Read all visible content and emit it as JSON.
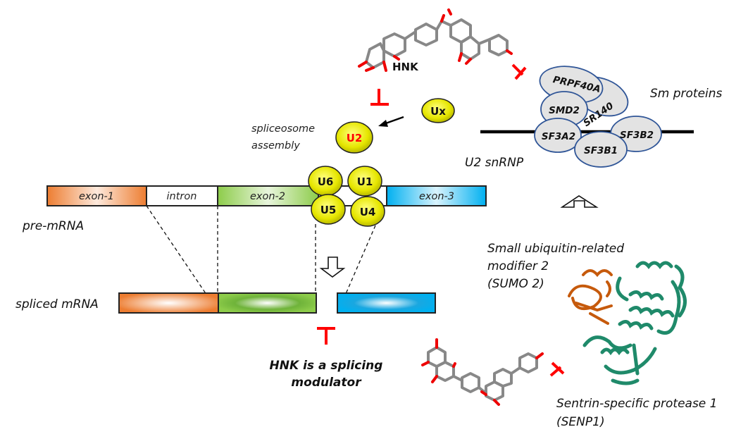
{
  "title": "HNK as a splicing modulator",
  "compound": {
    "name": "HNK"
  },
  "spliceosome": {
    "assembly_label_line1": "spliceosome",
    "assembly_label_line2": "assembly",
    "u2": "U2",
    "ux": "Ux",
    "snrnps": [
      "U6",
      "U1",
      "U5",
      "U4"
    ]
  },
  "pre_mrna": {
    "label": "pre-mRNA",
    "segments": [
      "exon-1",
      "intron",
      "exon-2",
      "exon-3"
    ]
  },
  "spliced_mrna": {
    "label": "spliced mRNA"
  },
  "modulator_text_line1": "HNK is a splicing",
  "modulator_text_line2": "modulator",
  "u2_snrnp": {
    "label": "U2 snRNP",
    "sm_label": "Sm proteins",
    "proteins": [
      "PRPF40A",
      "SMD2",
      "SR140",
      "SF3A2",
      "SF3B2",
      "SF3B1"
    ]
  },
  "sumo": {
    "line1": "Small ubiquitin-related",
    "line2": "modifier 2",
    "line3": "(SUMO 2)"
  },
  "senp": {
    "line1": "Sentrin-specific protease 1",
    "line2": "(SENP1)"
  },
  "colors": {
    "exon1": "#ed7d31",
    "exon2": "#8dcc4a",
    "exon3": "#00b0f0",
    "snrnp": "#e6e600",
    "inhibit": "#ff0000",
    "protein_fill": "#e3e3e3",
    "protein_edge": "#2f5597",
    "senp": "#1f8a6a",
    "sumo_color": "#c65a0c"
  }
}
